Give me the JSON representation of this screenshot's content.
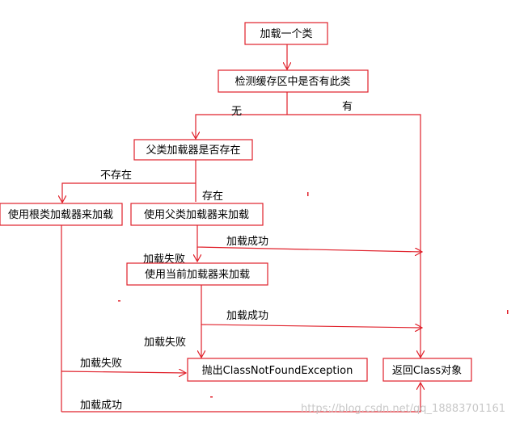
{
  "nodes": {
    "load_class": "加载一个类",
    "check_cache": "检测缓存区中是否有此类",
    "parent_exists": "父类加载器是否存在",
    "use_root_loader": "使用根类加载器来加载",
    "use_parent_loader": "使用父类加载器来加载",
    "use_current_loader": "使用当前加载器来加载",
    "throw_exception": "抛出ClassNotFoundException",
    "return_class": "返回Class对象"
  },
  "edge_labels": {
    "no": "无",
    "yes": "有",
    "not_exists": "不存在",
    "exists": "存在",
    "parent_success": "加载成功",
    "parent_fail": "加载失败",
    "current_success": "加载成功",
    "current_fail": "加载失败",
    "root_fail": "加载失败",
    "root_success": "加载成功"
  },
  "watermark": "https://blog.csdn.net/qq_18883701161",
  "colors": {
    "line": "#e0202a",
    "text": "#000000",
    "background": "#ffffff"
  }
}
